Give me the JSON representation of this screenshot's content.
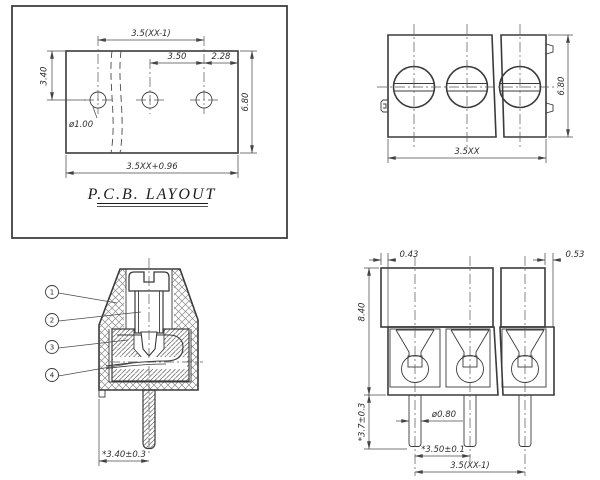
{
  "page": {
    "background": "#ffffff",
    "line_color": "#3b3b3b",
    "dim_color": "#4a4a4a",
    "text_color": "#2e2e2e"
  },
  "pcb_layout": {
    "title": "P.C.B. LAYOUT",
    "dim_pitch_total": "3.5(XX-1)",
    "dim_pitch": "3.50",
    "dim_end": "2.28",
    "dim_row": "3.40",
    "dim_hole_dia": "ø1.00",
    "dim_height": "6.80",
    "dim_total_width": "3.5XX+0.96"
  },
  "top_view": {
    "dim_width": "3.5XX",
    "dim_height": "6.80"
  },
  "section_view": {
    "callouts": [
      "1",
      "2",
      "3",
      "4"
    ],
    "dim_pin_offset": "*3.40±0.3"
  },
  "front_view": {
    "dim_left_offset": "0.43",
    "dim_right_offset": "0.53",
    "dim_body_height": "8.40",
    "dim_pin_length": "*3.7±0.3",
    "dim_pin_dia": "ø0.80",
    "dim_pin_pitch": "*3.50±0.1",
    "dim_pitch_total": "3.5(XX-1)"
  }
}
